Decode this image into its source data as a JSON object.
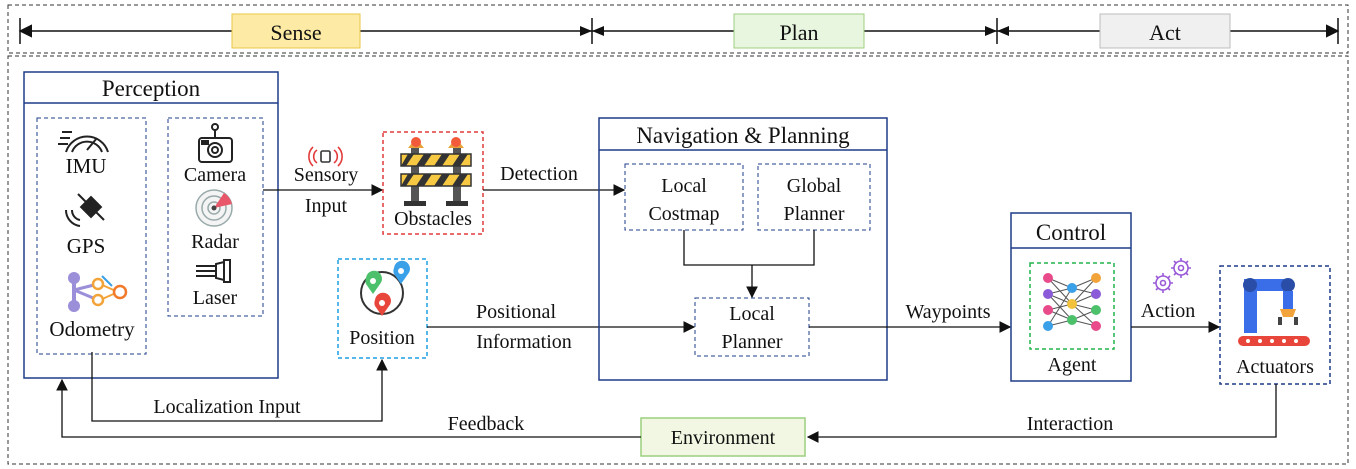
{
  "phases": {
    "sense": "Sense",
    "plan": "Plan",
    "act": "Act"
  },
  "perception": {
    "title": "Perception",
    "imu": "IMU",
    "gps": "GPS",
    "odometry": "Odometry",
    "camera": "Camera",
    "radar": "Radar",
    "laser": "Laser"
  },
  "sensory_input": {
    "line1": "Sensory",
    "line2": "Input"
  },
  "obstacles": "Obstacles",
  "detection": "Detection",
  "navigation": {
    "title": "Navigation & Planning",
    "local_costmap": {
      "line1": "Local",
      "line2": "Costmap"
    },
    "global_planner": {
      "line1": "Global",
      "line2": "Planner"
    },
    "local_planner": {
      "line1": "Local",
      "line2": "Planner"
    }
  },
  "position": "Position",
  "positional_information": {
    "line1": "Positional",
    "line2": "Information"
  },
  "waypoints": "Waypoints",
  "control": {
    "title": "Control",
    "agent": "Agent"
  },
  "action": "Action",
  "actuators": "Actuators",
  "localization_input": "Localization Input",
  "feedback": "Feedback",
  "environment": "Environment",
  "interaction": "Interaction",
  "colors": {
    "sense_fill": "#fdeaa4",
    "sense_stroke": "#e8c84a",
    "plan_fill": "#e8f5df",
    "plan_stroke": "#9ccf7f",
    "act_fill": "#f0f0f0",
    "act_stroke": "#bdbdbd",
    "box_stroke": "#1f3c88",
    "obstacle_dash": "#e23b3b",
    "position_dash": "#1da1e2",
    "agent_dash": "#22b34c",
    "environment_fill": "#f1f7e2",
    "environment_stroke": "#9ccf7f"
  }
}
